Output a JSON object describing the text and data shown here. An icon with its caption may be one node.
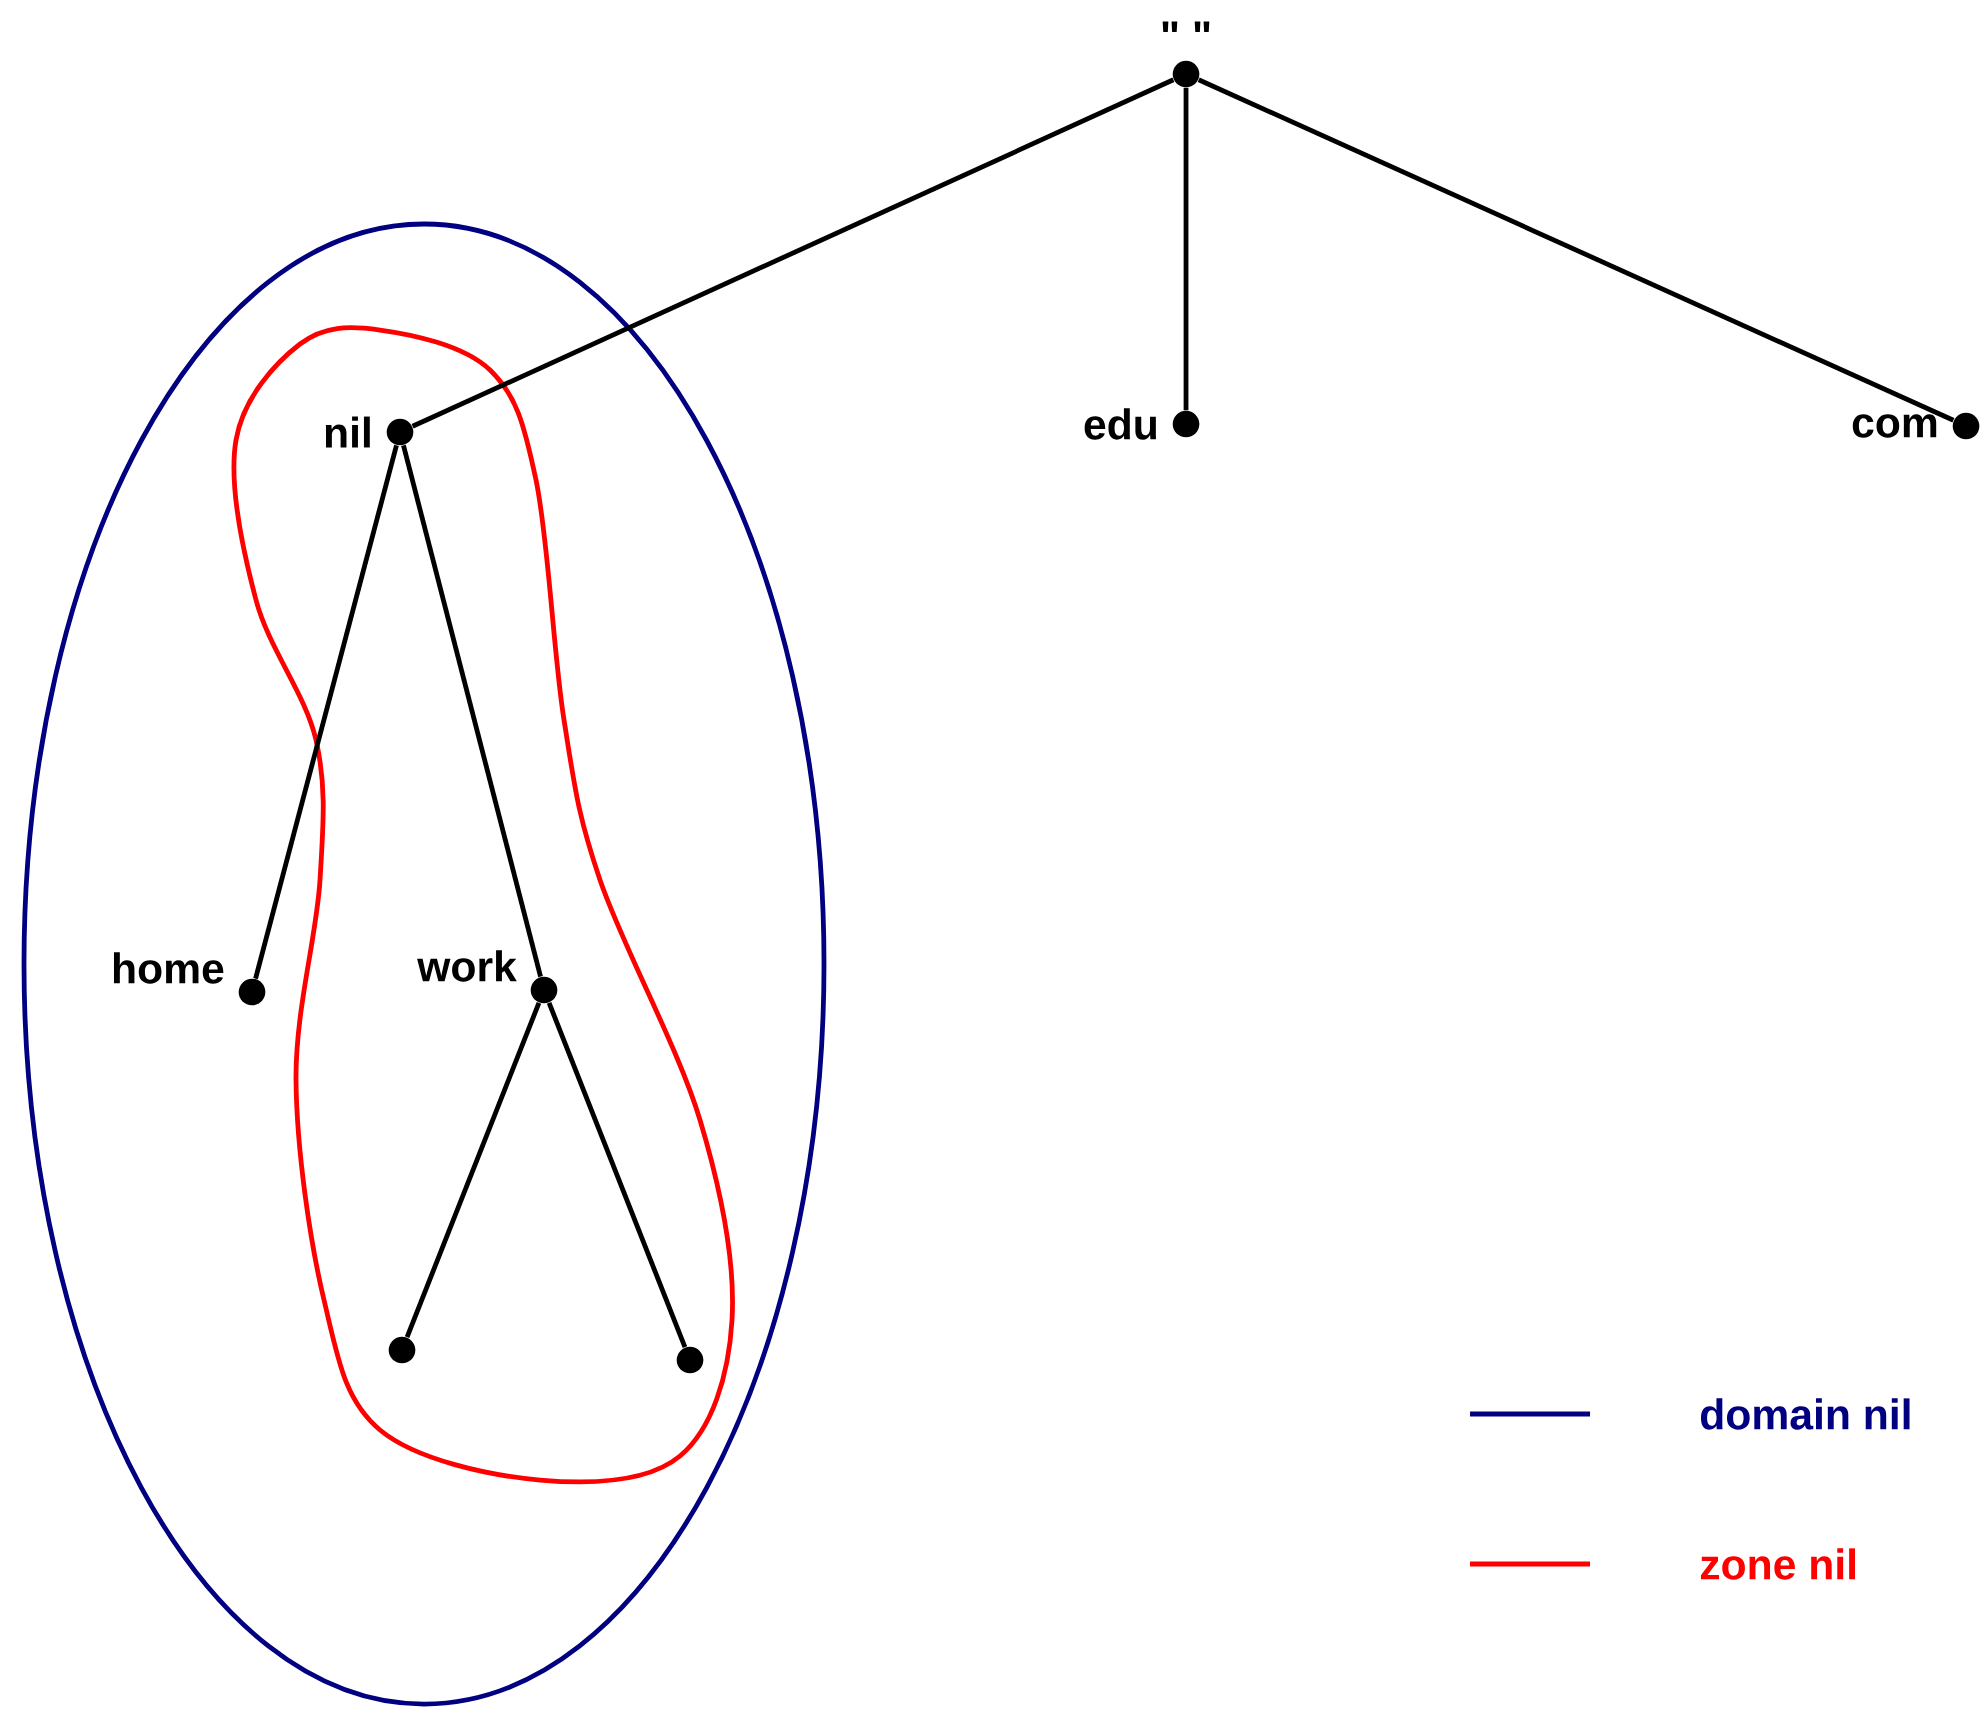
{
  "diagram": {
    "nodes": [
      {
        "text": [],
        "shape": "circle",
        "beside": [
          "\" \""
        ]
      },
      {
        "text": [],
        "shape": "circle",
        "beside": [
          "nil"
        ]
      },
      {
        "text": [],
        "shape": "circle",
        "beside": [
          "edu"
        ]
      },
      {
        "text": [],
        "shape": "circle",
        "beside": [
          "com"
        ]
      },
      {
        "text": [],
        "shape": "circle",
        "beside": [
          "home"
        ]
      },
      {
        "text": [],
        "shape": "circle",
        "beside": [
          "work"
        ]
      },
      {
        "text": [],
        "shape": "circle"
      },
      {
        "text": [],
        "shape": "circle"
      }
    ],
    "edges": [
      {
        "from": 0,
        "to": 1,
        "arrow": "none"
      },
      {
        "from": 0,
        "to": 2,
        "arrow": "none"
      },
      {
        "from": 0,
        "to": 3,
        "arrow": "none"
      },
      {
        "from": 1,
        "to": 4,
        "arrow": "none"
      },
      {
        "from": 1,
        "to": 5,
        "arrow": "none"
      },
      {
        "from": 5,
        "to": 6,
        "arrow": "none"
      },
      {
        "from": 5,
        "to": 7,
        "arrow": "none"
      }
    ],
    "legend": [
      {
        "text": "domain nil"
      },
      {
        "text": "zone nil"
      }
    ]
  }
}
